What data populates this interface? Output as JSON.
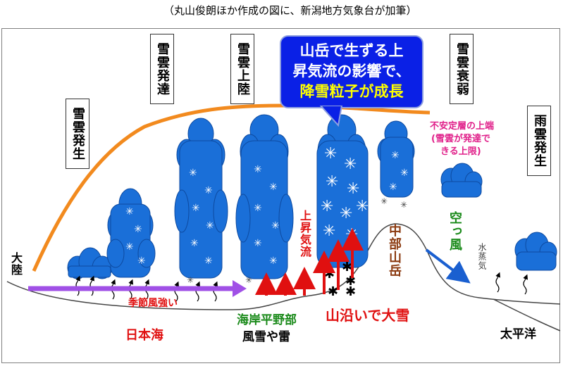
{
  "caption": "（丸山俊朗ほか作成の図に、新潟地方気象台が加筆）",
  "stages": {
    "s1": "雪雲発生",
    "s2": "雪雲発達",
    "s3": "雪雲上陸",
    "s4": "雪雲衰弱",
    "s5": "雨雲発生"
  },
  "callout": {
    "line1": "山岳で生ずる上",
    "line2": "昇気流の影響で、",
    "line3": "降雪粒子が成長"
  },
  "labels": {
    "continent": "大陸",
    "updraft": "上昇気流",
    "mountains": "中部山岳",
    "dry_wind": "空っ風",
    "vapor": "水蒸気",
    "unstable_title": "不安定層の上端",
    "unstable_note1": "(雪雲が発達で",
    "unstable_note2": "きる上限)",
    "monsoon": "季節風強い",
    "sea_japan": "日本海",
    "coastal_plain": "海岸平野部",
    "coastal_weather": "風雪や雷",
    "mountain_snow": "山沿いで大雪",
    "pacific": "太平洋"
  },
  "colors": {
    "cloud": "#1a6fd8",
    "unstable_line": "#f28a1e",
    "wind_arrow": "#a050e6",
    "updraft": "#e01010",
    "callout_bg": "#0a20e6",
    "green_label": "#1a8a1a",
    "brown_label": "#8b3a10",
    "pink_label": "#e0208a",
    "dry_wind_arrow": "#1a5fd0"
  }
}
